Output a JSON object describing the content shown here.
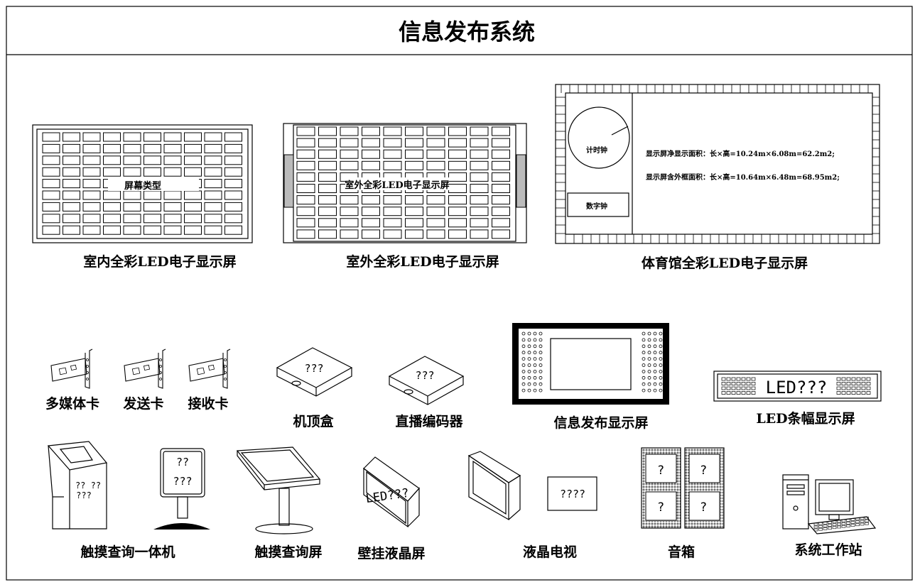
{
  "title": "信息发布系统",
  "screens": {
    "indoor": {
      "inner_label": "屏幕类型",
      "caption": "室内全彩LED电子显示屏"
    },
    "outdoor": {
      "inner_label": "室外全彩LED电子显示屏",
      "caption": "室外全彩LED电子显示屏"
    },
    "stadium": {
      "timer_label": "计时钟",
      "digital_label": "数字钟",
      "spec_net": "显示屏净显示面积：长×高=10.24m×6.08m=62.2m2;",
      "spec_total": "显示屏含外框面积：长×高=10.64m×6.48m=68.95m2;",
      "caption": "体育馆全彩LED电子显示屏"
    }
  },
  "devices": {
    "multimedia_card": "多媒体卡",
    "send_card": "发送卡",
    "receive_card": "接收卡",
    "set_top_box": {
      "caption": "机顶盒",
      "text": "???"
    },
    "live_encoder": {
      "caption": "直播编码器",
      "text": "???"
    },
    "info_display": {
      "caption": "信息发布显示屏"
    },
    "led_banner": {
      "caption": "LED条幅显示屏",
      "text": "LED???"
    },
    "kiosk": {
      "caption": "触摸查询一体机",
      "text_a": "??  ??",
      "text_b": "???",
      "text_c": "??",
      "text_d": "???"
    },
    "touch_screen": {
      "caption": "触摸查询屏"
    },
    "wall_lcd": {
      "caption": "壁挂液晶屏",
      "text": "LED???"
    },
    "lcd_tv": {
      "caption": "液晶电视",
      "text": "????"
    },
    "speaker": {
      "caption": "音箱",
      "text": "?"
    },
    "workstation": {
      "caption": "系统工作站"
    }
  }
}
